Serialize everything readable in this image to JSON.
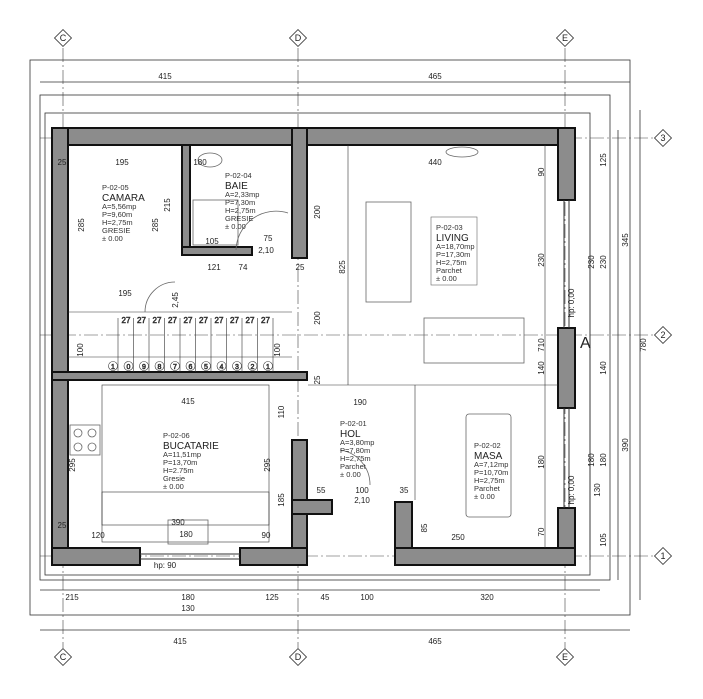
{
  "grid_axes": {
    "columns": [
      "C",
      "D",
      "E"
    ],
    "rows": [
      "3",
      "2",
      "1"
    ]
  },
  "rooms": [
    {
      "code": "P-02-05",
      "name": "CAMARA",
      "area": "A=5,56mp",
      "perimeter": "P=9,60m",
      "height": "H=2,75m",
      "finish": "GRESIE",
      "level": "± 0.00"
    },
    {
      "code": "P-02-04",
      "name": "BAIE",
      "area": "A=2,33mp",
      "perimeter": "P=7,30m",
      "height": "H=2,75m",
      "finish": "GRESIE",
      "level": "± 0.00"
    },
    {
      "code": "P-02-03",
      "name": "LIVING",
      "area": "A=18,70mp",
      "perimeter": "P=17,30m",
      "height": "H=2,75m",
      "finish": "Parchet",
      "level": "± 0.00"
    },
    {
      "code": "P-02-06",
      "name": "BUCATARIE",
      "area": "A=11,51mp",
      "perimeter": "P=13,70m",
      "height": "H=2.75m",
      "finish": "Gresie",
      "level": "± 0.00"
    },
    {
      "code": "P-02-01",
      "name": "HOL",
      "area": "A=3,80mp",
      "perimeter": "P=7,80m",
      "height": "H=2,75m",
      "finish": "Parchet",
      "level": "± 0.00"
    },
    {
      "code": "P-02-02",
      "name": "MASA",
      "area": "A=7,12mp",
      "perimeter": "P=10,70m",
      "height": "H=2,75m",
      "finish": "Parchet",
      "level": "± 0.00"
    }
  ],
  "dimensions": {
    "top": [
      "415",
      "465"
    ],
    "bottom_total": [
      "415",
      "465"
    ],
    "bottom_detail": [
      "215",
      "180",
      "130",
      "125",
      "45",
      "100",
      "320"
    ],
    "right": [
      "125",
      "230",
      "345",
      "140",
      "780",
      "180",
      "390",
      "105",
      "230",
      "180",
      "130"
    ],
    "interior": [
      "195",
      "180",
      "25",
      "440",
      "285",
      "285",
      "215",
      "105",
      "75",
      "2,10",
      "121",
      "74",
      "25",
      "100",
      "100",
      "200",
      "825",
      "200",
      "90",
      "230",
      "710",
      "140",
      "25",
      "415",
      "190",
      "110",
      "295",
      "295",
      "185",
      "55",
      "100",
      "2,10",
      "35",
      "85",
      "250",
      "180",
      "70",
      "25",
      "120",
      "90",
      "390",
      "180",
      "195",
      "2,45"
    ],
    "window_sill": [
      "hp: 90",
      "hp: 0,00",
      "hp: 0,00"
    ]
  },
  "stairs": {
    "step_numbers": [
      "1",
      "0",
      "9",
      "8",
      "7",
      "6",
      "5",
      "4",
      "3",
      "2",
      "1"
    ],
    "step_width": "27"
  },
  "section_mark": "A"
}
